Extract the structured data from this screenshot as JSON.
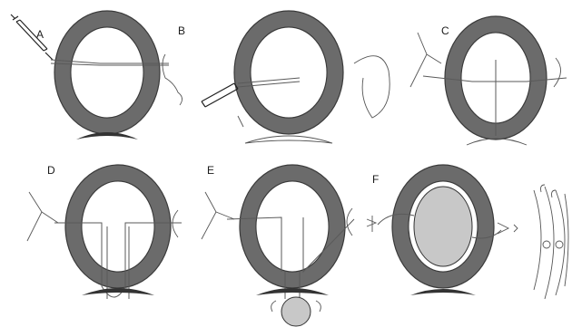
{
  "panels": [
    {
      "id": "A",
      "label": "A"
    },
    {
      "id": "B",
      "label": "B"
    },
    {
      "id": "C",
      "label": "C"
    },
    {
      "id": "D",
      "label": "D"
    },
    {
      "id": "E",
      "label": "E"
    },
    {
      "id": "F",
      "label": "F"
    }
  ],
  "colors": {
    "ring": "#6b6b6b",
    "outline": "#3a3a3a",
    "balloon": "#c8c8c8",
    "thread": "#5a5a5a"
  }
}
